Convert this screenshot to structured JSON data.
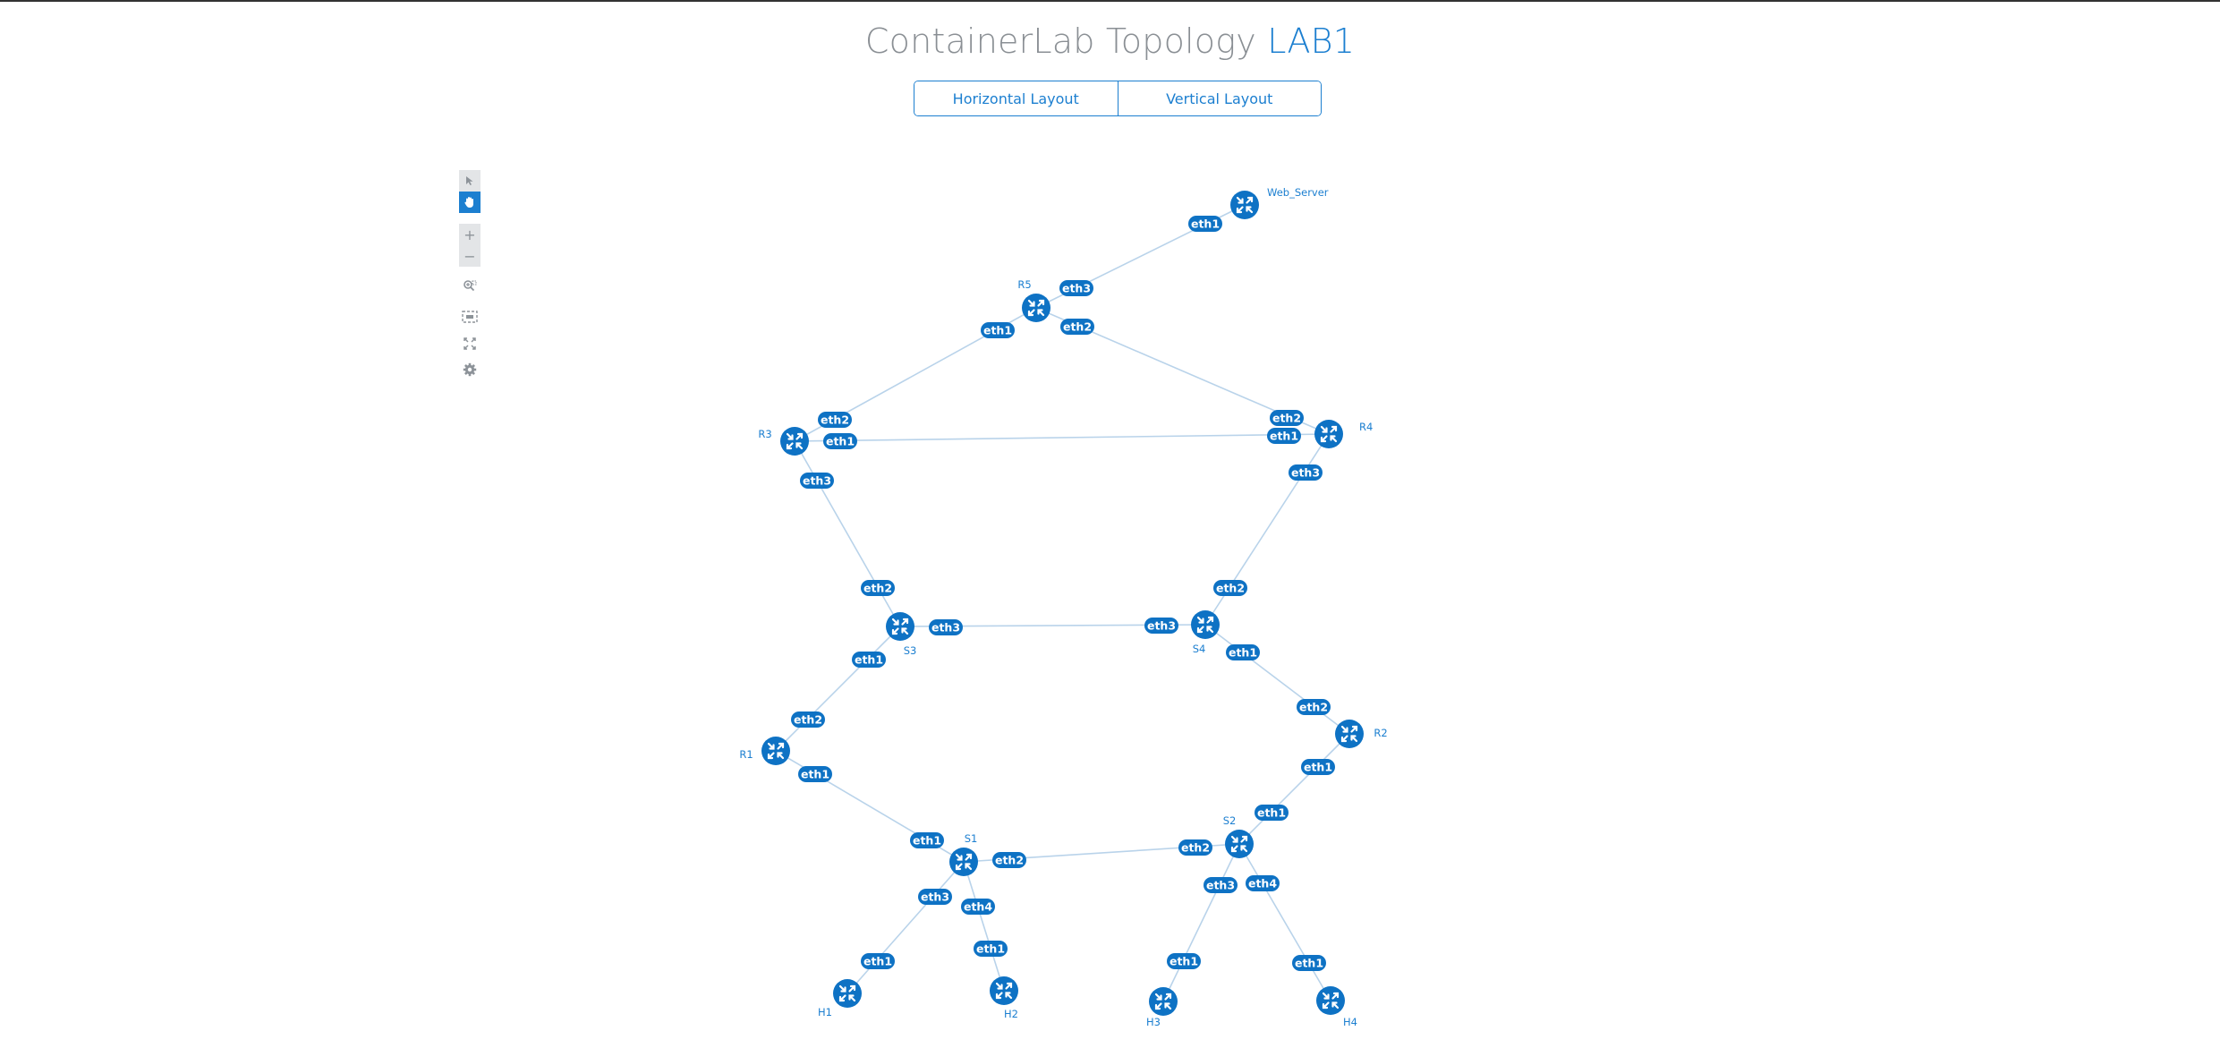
{
  "header": {
    "title_prefix": "ContainerLab Topology",
    "title_lab": "LAB1"
  },
  "layout_buttons": {
    "horizontal": "Horizontal Layout",
    "vertical": "Vertical Layout"
  },
  "toolbar": {
    "select_mode": "pointer-icon",
    "pan_mode": "hand-icon",
    "zoom_in": "+",
    "zoom_out": "−",
    "zoom_by_selection": "zoom-select-icon",
    "fit_stage": "fit-icon",
    "full_screen": "fullscreen-icon",
    "settings": "gear-icon"
  },
  "colors": {
    "accent": "#1c7fd0",
    "node": "#0e72c4",
    "link": "#b9d3ea",
    "title_grey": "#8a8f94"
  },
  "topology": {
    "nodes": [
      {
        "id": "Web_Server",
        "label": "Web_Server"
      },
      {
        "id": "R5",
        "label": "R5"
      },
      {
        "id": "R3",
        "label": "R3"
      },
      {
        "id": "R4",
        "label": "R4"
      },
      {
        "id": "S3",
        "label": "S3"
      },
      {
        "id": "S4",
        "label": "S4"
      },
      {
        "id": "R1",
        "label": "R1"
      },
      {
        "id": "R2",
        "label": "R2"
      },
      {
        "id": "S1",
        "label": "S1"
      },
      {
        "id": "S2",
        "label": "S2"
      },
      {
        "id": "H1",
        "label": "H1"
      },
      {
        "id": "H2",
        "label": "H2"
      },
      {
        "id": "H3",
        "label": "H3"
      },
      {
        "id": "H4",
        "label": "H4"
      }
    ],
    "links": [
      {
        "a": "R5",
        "a_port": "eth3",
        "b": "Web_Server",
        "b_port": "eth1"
      },
      {
        "a": "R5",
        "a_port": "eth1",
        "b": "R3",
        "b_port": "eth2"
      },
      {
        "a": "R5",
        "a_port": "eth2",
        "b": "R4",
        "b_port": "eth2"
      },
      {
        "a": "R3",
        "a_port": "eth1",
        "b": "R4",
        "b_port": "eth1"
      },
      {
        "a": "R3",
        "a_port": "eth3",
        "b": "S3",
        "b_port": "eth2"
      },
      {
        "a": "R4",
        "a_port": "eth3",
        "b": "S4",
        "b_port": "eth2"
      },
      {
        "a": "S3",
        "a_port": "eth3",
        "b": "S4",
        "b_port": "eth3"
      },
      {
        "a": "S3",
        "a_port": "eth1",
        "b": "R1",
        "b_port": "eth2"
      },
      {
        "a": "S4",
        "a_port": "eth1",
        "b": "R2",
        "b_port": "eth2"
      },
      {
        "a": "R1",
        "a_port": "eth1",
        "b": "S1",
        "b_port": "eth1"
      },
      {
        "a": "R2",
        "a_port": "eth1",
        "b": "S2",
        "b_port": "eth1"
      },
      {
        "a": "S1",
        "a_port": "eth2",
        "b": "S2",
        "b_port": "eth2"
      },
      {
        "a": "S1",
        "a_port": "eth3",
        "b": "H1",
        "b_port": "eth1"
      },
      {
        "a": "S1",
        "a_port": "eth4",
        "b": "H2",
        "b_port": "eth1"
      },
      {
        "a": "S2",
        "a_port": "eth3",
        "b": "H3",
        "b_port": "eth1"
      },
      {
        "a": "S2",
        "a_port": "eth4",
        "b": "H4",
        "b_port": "eth1"
      }
    ]
  }
}
